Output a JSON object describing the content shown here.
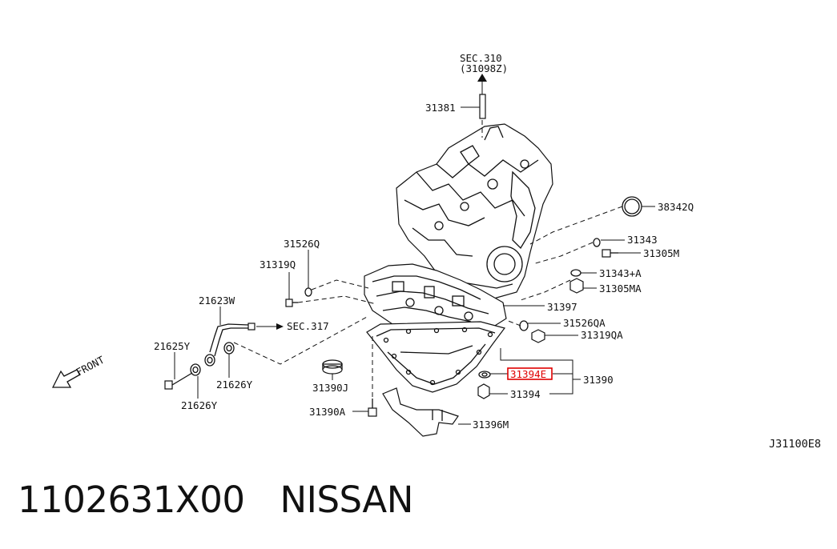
{
  "diagram": {
    "labels": {
      "sec310": "SEC.310",
      "sec310_ref": "(31098Z)",
      "p31381": "31381",
      "p38342q": "38342Q",
      "p31343": "31343",
      "p31305m": "31305M",
      "p31343a": "31343+A",
      "p31305ma": "31305MA",
      "p31397": "31397",
      "p31526qa": "31526QA",
      "p31319qa": "31319QA",
      "p31394e": "31394E",
      "p31390": "31390",
      "p31394": "31394",
      "p31396m": "31396M",
      "p31390a": "31390A",
      "p31390j": "31390J",
      "p31526q": "31526Q",
      "p31319q": "31319Q",
      "p21623w": "21623W",
      "sec317": "SEC.317",
      "p21625y": "21625Y",
      "p21626y_1": "21626Y",
      "p21626y_2": "21626Y",
      "front": "FRONT",
      "drawing_code": "J31100E8"
    },
    "highlight_color": "#e00000"
  },
  "caption": {
    "part_number": "1102631X00",
    "brand": "NISSAN"
  }
}
